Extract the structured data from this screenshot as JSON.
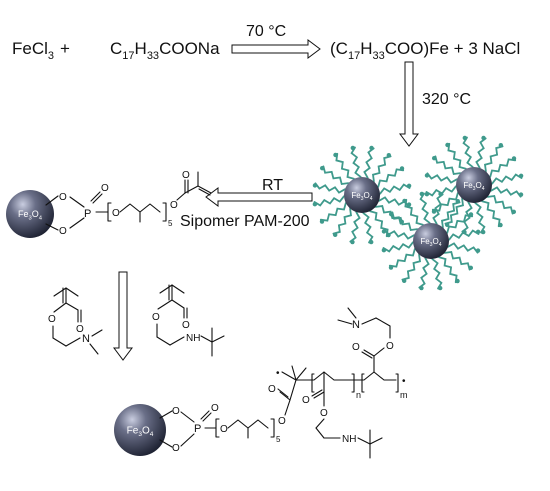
{
  "reaction1": {
    "reactant_a_base": "FeCl",
    "reactant_a_sub": "3",
    "plus": "+",
    "reactant_b_c": "C",
    "reactant_b_sub1": "17",
    "reactant_b_h": "H",
    "reactant_b_sub2": "33",
    "reactant_b_tail": "COONa",
    "condition": "70 °C",
    "product_open": "(C",
    "product_sub1": "17",
    "product_h": "H",
    "product_sub2": "33",
    "product_tail": "COO)Fe + 3 NaCl"
  },
  "reaction2": {
    "condition": "320 °C"
  },
  "reaction3": {
    "condition_top": "RT",
    "condition_bottom": "Sipomer PAM-200"
  },
  "particle": {
    "label": "Fe",
    "sub1": "3",
    "o": "O",
    "sub2": "4",
    "core_color": "#2f3447",
    "highlight_color": "#c9cde0",
    "ligand_color": "#3f9a8c"
  },
  "phosphate": {
    "o_top": "O",
    "o_bottom": "O",
    "o_double": "O",
    "p": "P",
    "o_chain": "O",
    "repeat": "5",
    "o_ester": "O",
    "o_carbonyl": "O"
  },
  "monomers": {
    "dmaema": {
      "o_carbonyl": "O",
      "o_ester": "O",
      "n": "N"
    },
    "tbaema": {
      "o_carbonyl": "O",
      "o_ester": "O",
      "nh": "NH"
    }
  },
  "polymer": {
    "n": "n",
    "m": "m",
    "o_carb_a": "O",
    "o_ester_a": "O",
    "o_carb_b": "O",
    "o_ester_b": "O",
    "n_top": "N",
    "nh_bottom": "NH",
    "o_carb_c": "O",
    "o_ester_c": "O"
  }
}
